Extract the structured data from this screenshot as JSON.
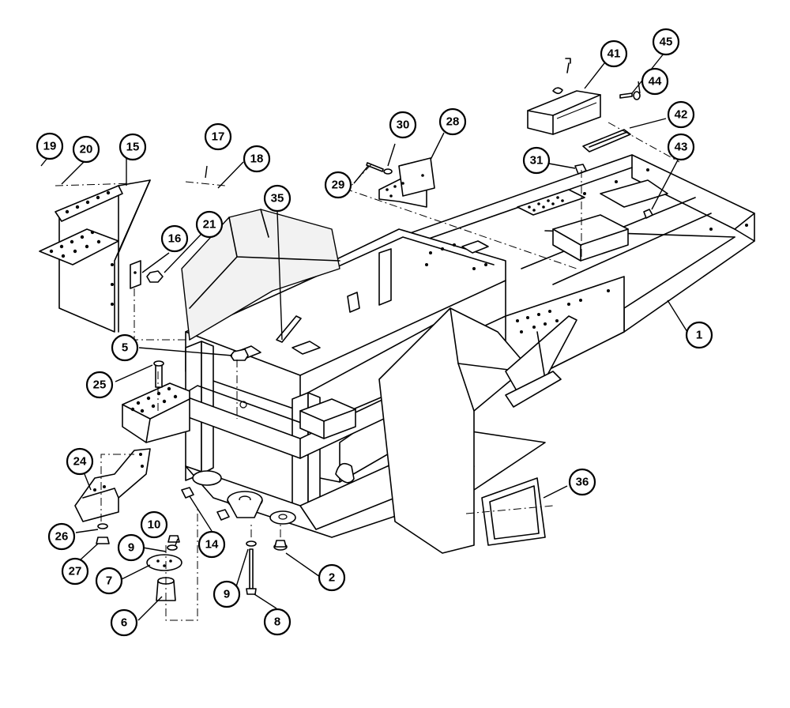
{
  "callouts": [
    {
      "id": "c1",
      "label": "1"
    },
    {
      "id": "c2",
      "label": "2"
    },
    {
      "id": "c5",
      "label": "5"
    },
    {
      "id": "c6",
      "label": "6"
    },
    {
      "id": "c7",
      "label": "7"
    },
    {
      "id": "c8",
      "label": "8"
    },
    {
      "id": "c9a",
      "label": "9"
    },
    {
      "id": "c9b",
      "label": "9"
    },
    {
      "id": "c10",
      "label": "10"
    },
    {
      "id": "c14",
      "label": "14"
    },
    {
      "id": "c15",
      "label": "15"
    },
    {
      "id": "c16",
      "label": "16"
    },
    {
      "id": "c17",
      "label": "17"
    },
    {
      "id": "c18",
      "label": "18"
    },
    {
      "id": "c19",
      "label": "19"
    },
    {
      "id": "c20",
      "label": "20"
    },
    {
      "id": "c21",
      "label": "21"
    },
    {
      "id": "c24",
      "label": "24"
    },
    {
      "id": "c25",
      "label": "25"
    },
    {
      "id": "c26",
      "label": "26"
    },
    {
      "id": "c27",
      "label": "27"
    },
    {
      "id": "c28",
      "label": "28"
    },
    {
      "id": "c29",
      "label": "29"
    },
    {
      "id": "c30",
      "label": "30"
    },
    {
      "id": "c31",
      "label": "31"
    },
    {
      "id": "c35",
      "label": "35"
    },
    {
      "id": "c36",
      "label": "36"
    },
    {
      "id": "c41",
      "label": "41"
    },
    {
      "id": "c42",
      "label": "42"
    },
    {
      "id": "c43",
      "label": "43"
    },
    {
      "id": "c44",
      "label": "44"
    },
    {
      "id": "c45",
      "label": "45"
    }
  ]
}
